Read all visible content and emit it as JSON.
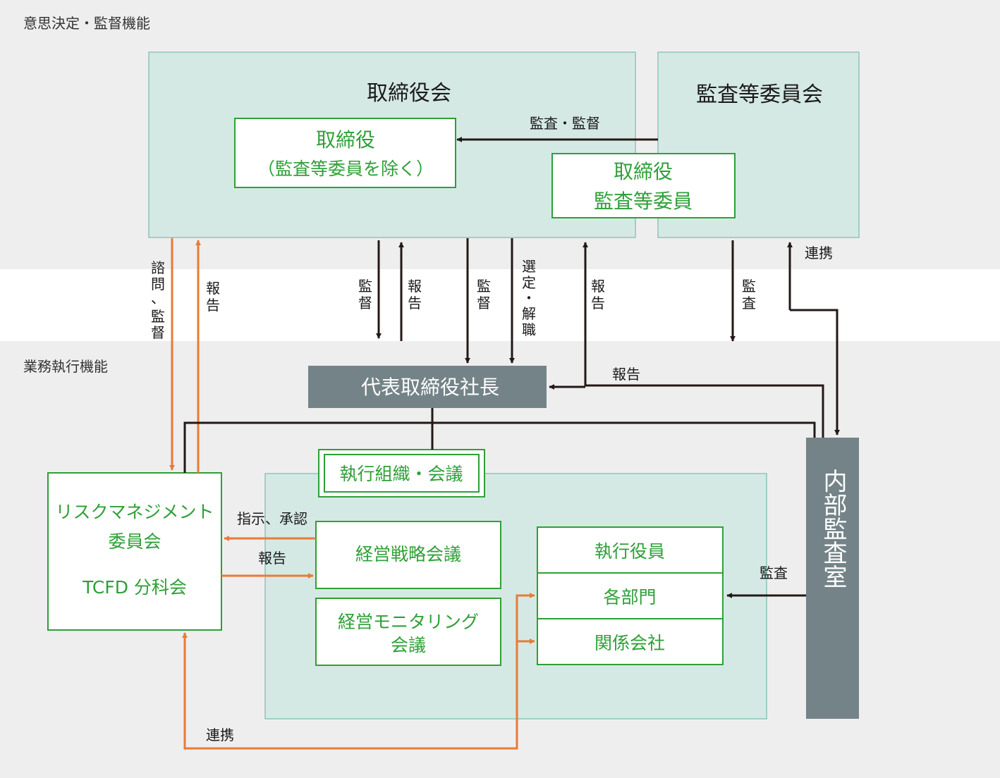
{
  "sections": {
    "governance": "意思決定・監督機能",
    "execution": "業務執行機能"
  },
  "board": {
    "title": "取締役会",
    "directors_line1": "取締役",
    "directors_line2": "（監査等委員を除く）"
  },
  "audit_committee": {
    "title": "監査等委員会",
    "member_line1": "取締役",
    "member_line2": "監査等委員"
  },
  "president": "代表取締役社長",
  "internal_audit": "内部監査室",
  "risk_committee": {
    "line1": "リスクマネジメント",
    "line2": "委員会",
    "line3": "TCFD 分科会"
  },
  "exec_org": {
    "title": "執行組織・会議",
    "strategy_meeting": "経営戦略会議",
    "monitoring_line1": "経営モニタリング",
    "monitoring_line2": "会議",
    "officers": "執行役員",
    "departments": "各部門",
    "affiliates": "関係会社"
  },
  "labels": {
    "audit_supervise": "監査・監督",
    "consult_sup_1": "諮",
    "consult_sup_2": "問",
    "consult_sup_3": "、",
    "consult_sup_4": "監",
    "consult_sup_5": "督",
    "report_a1": "報",
    "report_a2": "告",
    "sup_b1": "監",
    "sup_b2": "督",
    "report_b1": "報",
    "report_b2": "告",
    "sup_c1": "監",
    "sup_c2": "督",
    "sel_1": "選",
    "sel_2": "定",
    "sel_3": "・",
    "sel_4": "解",
    "sel_5": "職",
    "report_c1": "報",
    "report_c2": "告",
    "audit_d1": "監",
    "audit_d2": "査",
    "link_top": "連携",
    "report_h": "報告",
    "instruct": "指示、承認",
    "report_s": "報告",
    "audit_ia": "監査",
    "link_bottom": "連携"
  },
  "colors": {
    "band": "#eeeeee",
    "box_fill": "#d5e9e4",
    "box_stroke": "#8fc4b8",
    "green": "#2ea037",
    "gray": "#748388",
    "orange": "#e87b35",
    "arrow": "#231815"
  }
}
